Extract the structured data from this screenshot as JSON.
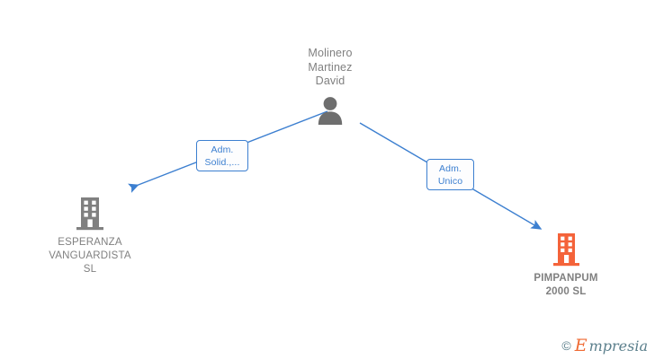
{
  "diagram": {
    "type": "org-relationship-graph",
    "background_color": "#ffffff",
    "person": {
      "name": "Molinero\nMartinez\nDavid",
      "icon": "person-icon",
      "icon_color": "#6e6e6e"
    },
    "companies": [
      {
        "name": "ESPERANZA\nVANGUARDISTA\nSL",
        "icon": "building-icon",
        "icon_color": "#808080",
        "text_color": "#808080",
        "bold": false
      },
      {
        "name": "PIMPANPUM\n2000  SL",
        "icon": "building-icon",
        "icon_color": "#f4633a",
        "text_color": "#808080",
        "bold": true
      }
    ],
    "edges": [
      {
        "label": "Adm.\nSolid.,...",
        "from": "person",
        "to": "ESPERANZA VANGUARDISTA SL",
        "color": "#3c7fd0"
      },
      {
        "label": "Adm.\nUnico",
        "from": "person",
        "to": "PIMPANPUM 2000 SL",
        "color": "#3c7fd0"
      }
    ]
  },
  "watermark": {
    "copyright": "©",
    "brand_initial": "E",
    "brand_rest": "mpresia",
    "initial_color": "#ef6a33",
    "text_color": "#5b7f8c"
  }
}
